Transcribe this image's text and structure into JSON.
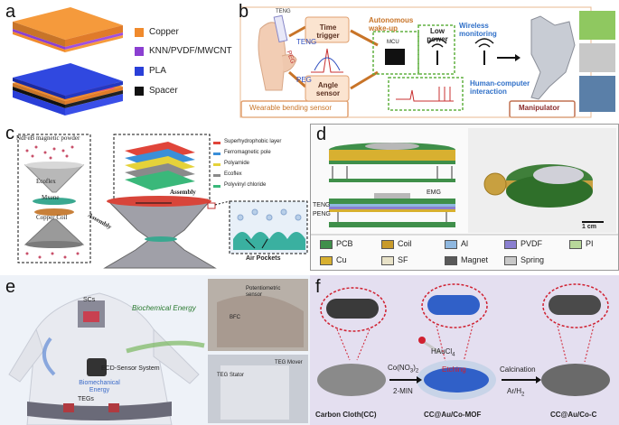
{
  "panel_a": {
    "label": "a",
    "legend": [
      {
        "text": "Copper",
        "color": "#f08a2c"
      },
      {
        "text": "KNN/PVDF/MWCNT",
        "color": "#8b3fd1"
      },
      {
        "text": "PLA",
        "color": "#2a3fd8"
      },
      {
        "text": "Spacer",
        "color": "#111111"
      }
    ]
  },
  "panel_b": {
    "label": "b",
    "teng": "TENG",
    "peg": "PEG",
    "time_trigger": "Time trigger",
    "angle_sensor": "Angle sensor",
    "wake_up": "Autonomous wake-up",
    "mcu": "MCU",
    "low_power": "Low power",
    "wireless": "Wireless monitoring",
    "hci": "Human-computer interaction",
    "wearable": "Wearable bending sensor",
    "manipulator": "Manipulator",
    "sensor_tag": "TENG",
    "sensor_tag2": "PEG"
  },
  "panel_c": {
    "label": "c",
    "ndfeb": "NdFeB magnetic powder",
    "ecoflex": "Ecoflex",
    "mxene": "Mxene",
    "copper_coil": "Copper Coil",
    "assembly1": "Assembly",
    "assembly2": "Assembly",
    "layers": [
      {
        "text": "Superhydrophobic layer",
        "color": "#e0453a"
      },
      {
        "text": "Ferromagnetic pole",
        "color": "#3a8fd8"
      },
      {
        "text": "Polyamide",
        "color": "#e5d23a"
      },
      {
        "text": "Ecoflex",
        "color": "#8a8a8a"
      },
      {
        "text": "Polyvinyl chloride",
        "color": "#3ab87a"
      }
    ],
    "air_pockets": "Air Pockets"
  },
  "panel_d": {
    "label": "d",
    "emg": "EMG",
    "teng": "TENG",
    "peng": "PENG",
    "scale": "1 cm",
    "legend": [
      {
        "text": "PCB",
        "color": "#3f8f4a"
      },
      {
        "text": "Coil",
        "color": "#c89a2a"
      },
      {
        "text": "Al",
        "color": "#8fb8e0"
      },
      {
        "text": "PVDF",
        "color": "#8a7fd0"
      },
      {
        "text": "PI",
        "color": "#b8d89a"
      },
      {
        "text": "Cu",
        "color": "#d8b030"
      },
      {
        "text": "SF",
        "color": "#e8e2c8"
      },
      {
        "text": "Magnet",
        "color": "#5a5a5a"
      },
      {
        "text": "Spring",
        "color": "#c8c8c8"
      }
    ]
  },
  "panel_e": {
    "label": "e",
    "scs": "SCs",
    "biochemical": "Biochemical Energy",
    "ecd": "ECD-Sensor System",
    "biomechanical": "Biomechanical Energy",
    "tegs": "TEGs",
    "potentiometric": "Potentiometric sensor",
    "bfc": "BFC",
    "teg_stator": "TEG Stator",
    "teg_mover": "TEG Mover"
  },
  "panel_f": {
    "label": "f",
    "carbon_cloth": "Carbon Cloth(CC)",
    "reagent1": "Co(NO",
    "reagent1_sub": "3",
    "reagent1_end": ")",
    "reagent1_sub2": "2",
    "reagent2": "2-MIN",
    "haucl": "HAuCl",
    "haucl_sub": "4",
    "etching": "Etching",
    "mof": "CC@Au/Co-MOF",
    "calcination": "Calcination",
    "gas": "Ar/H",
    "gas_sub": "2",
    "product": "CC@Au/Co-C"
  }
}
